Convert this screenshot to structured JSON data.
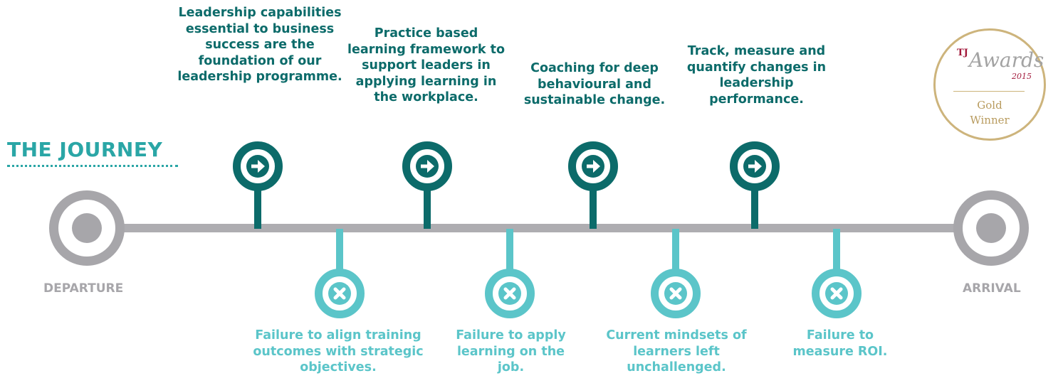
{
  "title": "THE JOURNEY",
  "departure_label": "DEPARTURE",
  "arrival_label": "ARRIVAL",
  "solutions": [
    "Leadership capabilities essential to business success are the foundation of our leadership programme.",
    "Practice based learning framework to support leaders in applying learning in the workplace.",
    "Coaching for deep behavioural and sustainable change.",
    "Track, measure and quantify changes in leadership performance."
  ],
  "problems": [
    "Failure to align training outcomes with strategic objectives.",
    "Failure to apply learning on the job.",
    "Current mindsets of learners left unchallenged.",
    "Failure to measure ROI."
  ],
  "award": {
    "brand": "TJ",
    "word": "Awards",
    "year": "2015",
    "level": "Gold",
    "status": "Winner"
  },
  "colors": {
    "solution": "#0c6b6a",
    "problem": "#5bc5c9",
    "timeline": "#aeadb1",
    "title": "#2aa6a6"
  },
  "icons": {
    "solution": "arrow-right-icon",
    "problem": "x-icon"
  }
}
